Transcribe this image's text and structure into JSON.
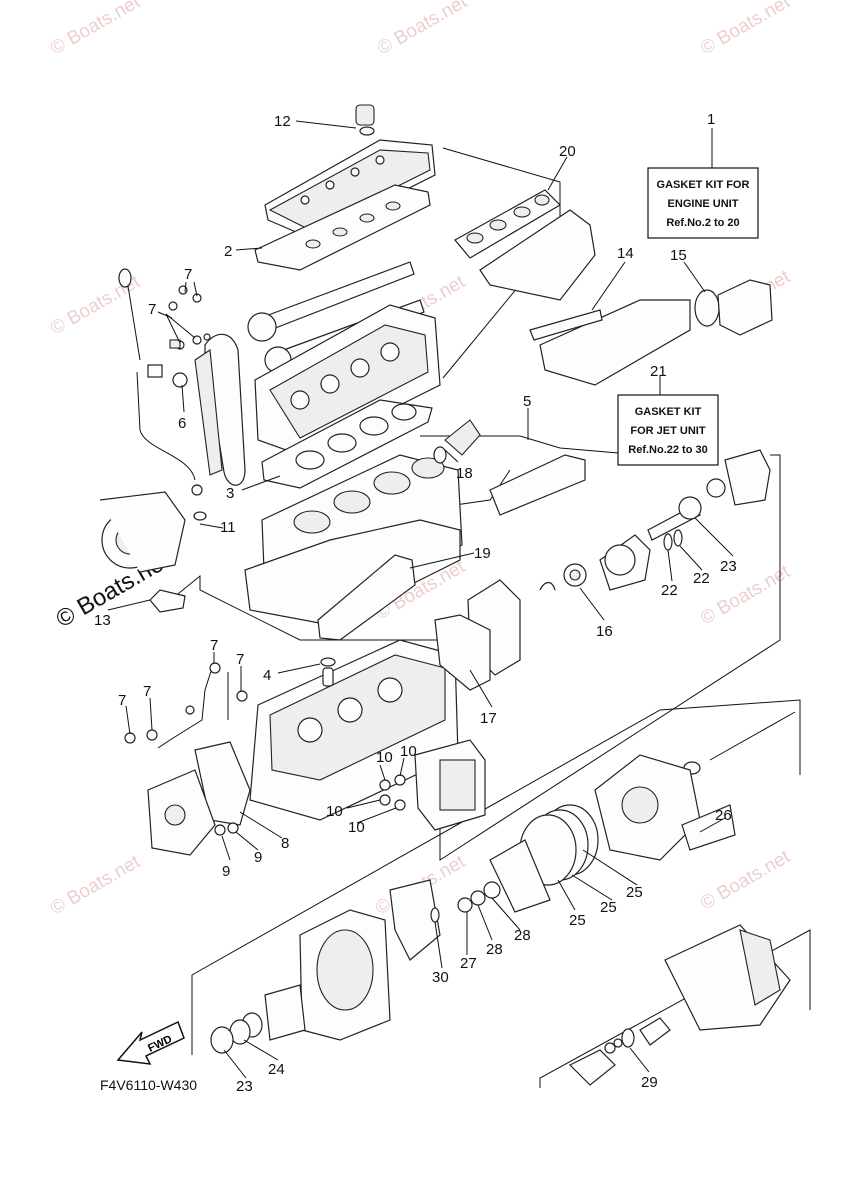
{
  "watermark": "© Boats.net",
  "drawing_code": "F4V6110-W430",
  "fwd_label": "FWD",
  "kit_boxes": [
    {
      "lines": [
        "GASKET KIT FOR",
        "ENGINE UNIT",
        "Ref.No.2 to 20"
      ]
    },
    {
      "lines": [
        "GASKET KIT",
        "FOR JET UNIT",
        "Ref.No.22 to 30"
      ]
    }
  ],
  "callouts": {
    "c1": "1",
    "c2": "2",
    "c3": "3",
    "c4": "4",
    "c5": "5",
    "c6": "6",
    "c7a": "7",
    "c7b": "7",
    "c7c": "7",
    "c7d": "7",
    "c7e": "7",
    "c7f": "7",
    "c8": "8",
    "c9a": "9",
    "c9b": "9",
    "c10a": "10",
    "c10b": "10",
    "c10c": "10",
    "c10d": "10",
    "c11": "11",
    "c12": "12",
    "c13": "13",
    "c14": "14",
    "c15": "15",
    "c16": "16",
    "c17": "17",
    "c18": "18",
    "c19": "19",
    "c20": "20",
    "c21": "21",
    "c22a": "22",
    "c22b": "22",
    "c23a": "23",
    "c23b": "23",
    "c24": "24",
    "c25a": "25",
    "c25b": "25",
    "c25c": "25",
    "c26": "26",
    "c27": "27",
    "c28a": "28",
    "c28b": "28",
    "c29": "29",
    "c30": "30"
  }
}
